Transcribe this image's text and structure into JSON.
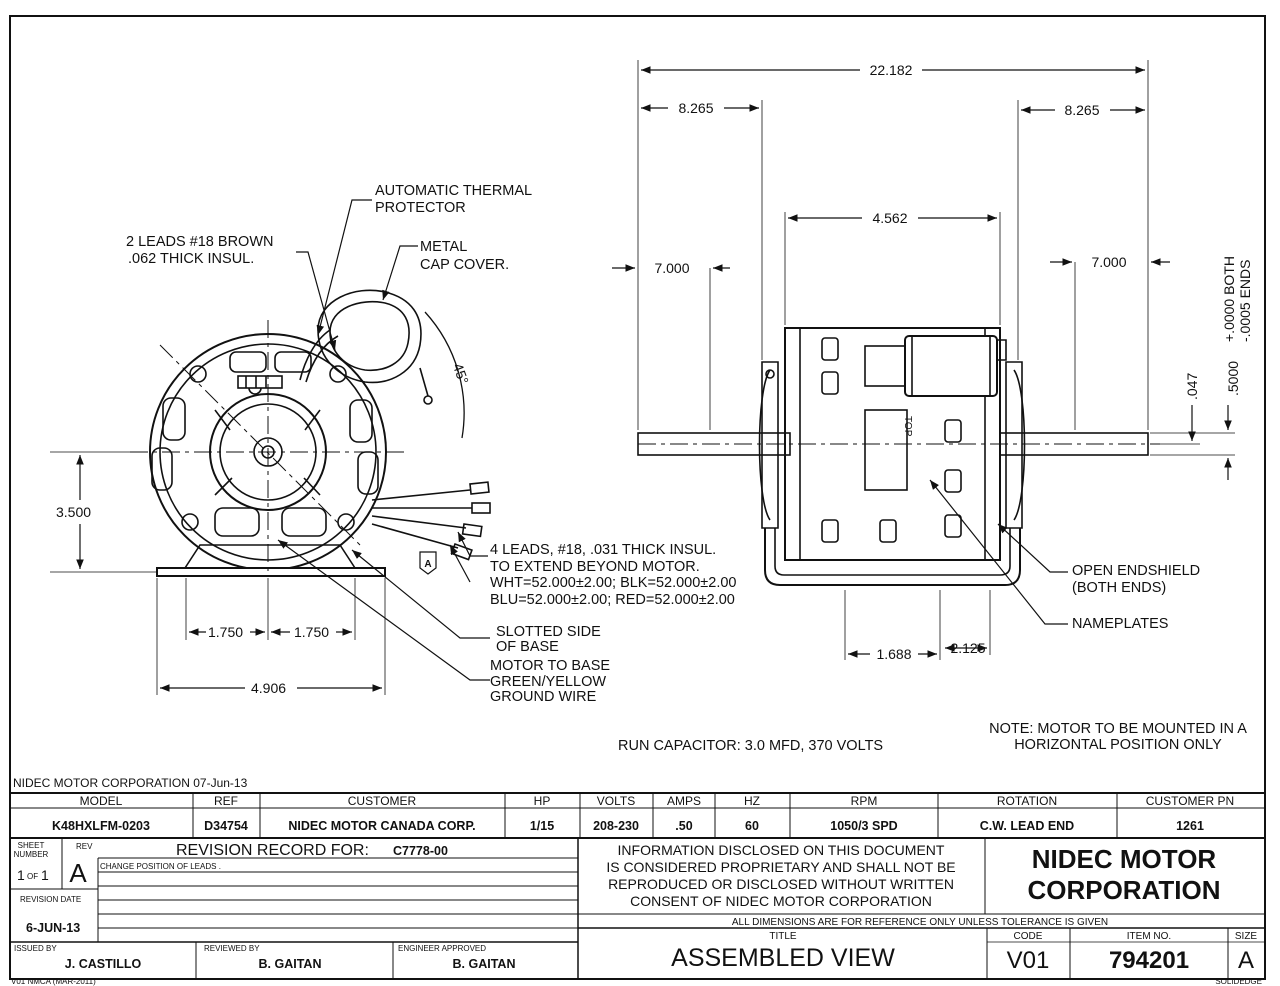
{
  "drawing": {
    "dims_left": {
      "h_3500": "3.500",
      "d_1750_a": "1.750",
      "d_1750_b": "1.750",
      "d_4906": "4.906",
      "angle_45": "45°"
    },
    "dims_right": {
      "d_22182": "22.182",
      "d_8265_l": "8.265",
      "d_8265_r": "8.265",
      "d_4562": "4.562",
      "d_7000_l": "7.000",
      "d_7000_r": "7.000",
      "d_1688": "1.688",
      "d_2125": "2.125",
      "d_047": ".047",
      "d_5000": ".5000",
      "tol_1": "+.0000 BOTH",
      "tol_2": "-.0005 ENDS",
      "top_label": "TOP"
    },
    "callouts": {
      "thermal_1": "AUTOMATIC THERMAL",
      "thermal_2": "PROTECTOR",
      "brown_1": "2 LEADS #18 BROWN",
      "brown_2": ".062 THICK INSUL.",
      "cap_1": "METAL",
      "cap_2": "CAP COVER.",
      "leads_1": "4 LEADS, #18, .031 THICK INSUL.",
      "leads_2": "TO EXTEND BEYOND MOTOR.",
      "leads_3": "WHT=52.000±2.00; BLK=52.000±2.00",
      "leads_4": "BLU=52.000±2.00; RED=52.000±2.00",
      "slot_1": "SLOTTED SIDE",
      "slot_2": "OF BASE",
      "ground_1": "MOTOR TO BASE",
      "ground_2": "GREEN/YELLOW",
      "ground_3": "GROUND WIRE",
      "endshield_1": "OPEN ENDSHIELD",
      "endshield_2": "(BOTH ENDS)",
      "nameplates": "NAMEPLATES",
      "rev_flag": "A",
      "capacitor": "RUN CAPACITOR: 3.0 MFD, 370 VOLTS",
      "mount_1": "NOTE: MOTOR TO BE MOUNTED IN A",
      "mount_2": "HORIZONTAL POSITION ONLY"
    }
  },
  "title_block": {
    "company_date": "NIDEC MOTOR CORPORATION 07-Jun-13",
    "headers": {
      "model": "MODEL",
      "ref": "REF",
      "customer": "CUSTOMER",
      "hp": "HP",
      "volts": "VOLTS",
      "amps": "AMPS",
      "hz": "HZ",
      "rpm": "RPM",
      "rotation": "ROTATION",
      "customer_pn": "CUSTOMER PN"
    },
    "values": {
      "model": "K48HXLFM-0203",
      "ref": "D34754",
      "customer": "NIDEC MOTOR CANADA CORP.",
      "hp": "1/15",
      "volts": "208-230",
      "amps": ".50",
      "hz": "60",
      "rpm": "1050/3 SPD",
      "rotation": "C.W. LEAD END",
      "customer_pn": "1261"
    },
    "sheet_label_1": "SHEET",
    "sheet_label_2": "NUMBER",
    "sheet_num_1": "1",
    "sheet_of": "OF",
    "sheet_num_2": "1",
    "rev_label": "REV",
    "rev_value": "A",
    "revision_record_label": "REVISION RECORD FOR:",
    "revision_record_value": "C7778-00",
    "change_note": "CHANGE POSITION OF LEADS .",
    "revision_date_label": "REVISION DATE",
    "revision_date": "6-JUN-13",
    "proprietary_1": "INFORMATION DISCLOSED ON THIS DOCUMENT",
    "proprietary_2": "IS CONSIDERED PROPRIETARY AND SHALL NOT BE",
    "proprietary_3": "REPRODUCED OR DISCLOSED WITHOUT WRITTEN",
    "proprietary_4": "CONSENT OF NIDEC MOTOR CORPORATION",
    "company_1": "NIDEC MOTOR",
    "company_2": "CORPORATION",
    "dims_note": "ALL DIMENSIONS ARE FOR REFERENCE ONLY UNLESS TOLERANCE IS GIVEN",
    "title_label": "TITLE",
    "title": "ASSEMBLED VIEW",
    "code_label": "CODE",
    "code": "V01",
    "item_label": "ITEM NO.",
    "item": "794201",
    "size_label": "SIZE",
    "size": "A",
    "issued_label": "ISSUED BY",
    "issued": "J. CASTILLO",
    "reviewed_label": "REVIEWED BY",
    "reviewed": "B. GAITAN",
    "engineer_label": "ENGINEER APPROVED",
    "engineer": "B. GAITAN",
    "form_code": "V01  NMCA (MAR-2011)",
    "cad": "SOLIDEDGE"
  }
}
